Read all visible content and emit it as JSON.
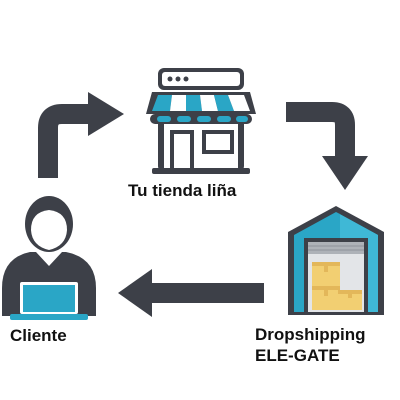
{
  "nodes": {
    "store": {
      "label": "Tu tienda liña",
      "icon": "storefront-icon"
    },
    "client": {
      "label": "Cliente",
      "icon": "customer-laptop-icon"
    },
    "warehouse": {
      "label_line1": "Dropshipping",
      "label_line2": "ELE-GATE",
      "icon": "warehouse-icon"
    }
  },
  "edges": [
    {
      "from": "client",
      "to": "store",
      "icon": "arrow-up-right-icon"
    },
    {
      "from": "store",
      "to": "warehouse",
      "icon": "arrow-right-down-icon"
    },
    {
      "from": "warehouse",
      "to": "client",
      "icon": "arrow-left-icon"
    }
  ],
  "colors": {
    "dark": "#3d4048",
    "teal": "#2aa6c6",
    "teal_light": "#3fb8d6",
    "box": "#f2cf72",
    "box_shade": "#e3b75a",
    "light_gray": "#e3e5e8",
    "mid_gray": "#aeb2b8"
  }
}
